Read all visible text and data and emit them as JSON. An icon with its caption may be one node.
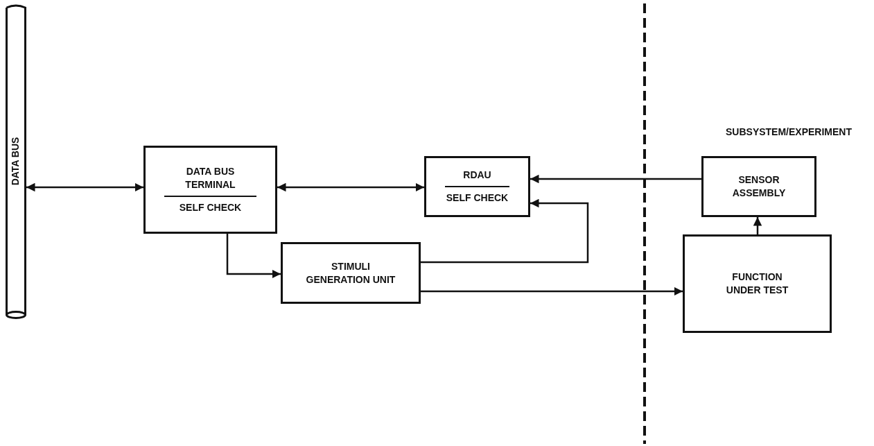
{
  "diagram": {
    "nodes": [
      {
        "text": [
          "DATA BUS"
        ]
      },
      {
        "text": [
          "DATA BUS TERMINAL",
          "SELF CHECK"
        ]
      },
      {
        "text": [
          "RDAU",
          "SELF CHECK"
        ]
      },
      {
        "text": [
          "STIMULI GENERATION UNIT"
        ]
      },
      {
        "text": [
          "SENSOR ASSEMBLY"
        ]
      },
      {
        "text": [
          "FUNCTION UNDER TEST"
        ]
      }
    ],
    "edges": [
      {
        "from": 0,
        "to": 1,
        "arrow": "both"
      },
      {
        "from": 1,
        "to": 2,
        "arrow": "both"
      },
      {
        "from": 4,
        "to": 2,
        "arrow": "to"
      },
      {
        "from": 1,
        "to": 3,
        "arrow": "to"
      },
      {
        "from": 3,
        "to": 2,
        "arrow": "to"
      },
      {
        "from": 3,
        "to": 5,
        "arrow": "to"
      },
      {
        "from": 5,
        "to": 4,
        "arrow": "to"
      }
    ],
    "labels": [
      "SUBSYSTEM/EXPERIMENT"
    ]
  }
}
